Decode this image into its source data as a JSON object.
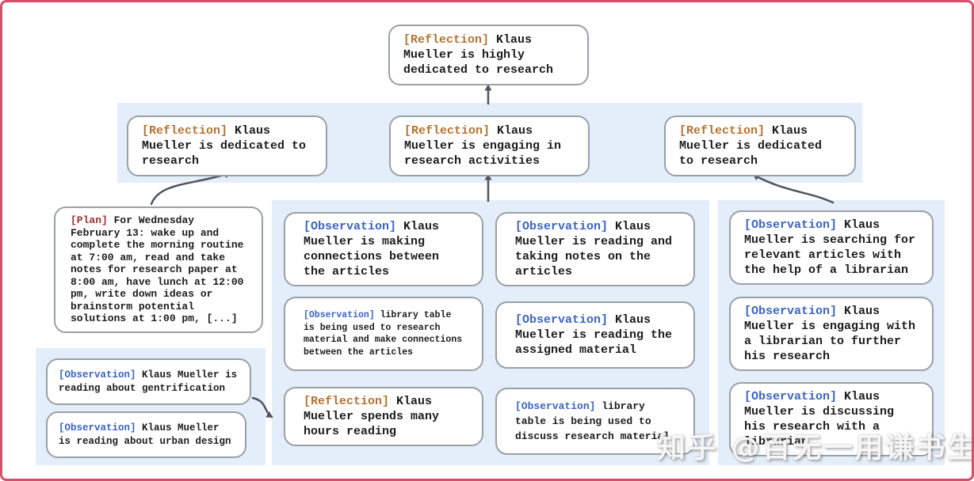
{
  "colors": {
    "tag_reflection": "#b5722f",
    "tag_observation": "#3b63c6",
    "tag_plan": "#9e2f35",
    "band_blue": "#e4eefa",
    "box_border": "#9aa0a6",
    "arrow": "#4f545c",
    "frame_red": "#d4506a"
  },
  "top_reflection": {
    "tag": "[Reflection]",
    "text": "Klaus Mueller is highly dedicated to research"
  },
  "reflection_row": [
    {
      "tag": "[Reflection]",
      "text": "Klaus Mueller is dedicated to research"
    },
    {
      "tag": "[Reflection]",
      "text": "Klaus Mueller is engaging in research activities"
    },
    {
      "tag": "[Reflection]",
      "text": "Klaus Mueller is dedicated to research"
    }
  ],
  "plan": {
    "tag": "[Plan]",
    "text": "For Wednesday February 13: wake up and complete the morning routine at 7:00 am, read and take notes for research paper at 8:00 am, have lunch at 12:00 pm, write down ideas or brainstorm potential solutions at 1:00 pm, [...]"
  },
  "left_observations": [
    {
      "tag": "[Observation]",
      "text": "Klaus Mueller is reading about gentrification"
    },
    {
      "tag": "[Observation]",
      "text": "Klaus Mueller is reading about urban design"
    }
  ],
  "mid_col_a": [
    {
      "tag": "[Observation]",
      "text": "Klaus Mueller is making connections between the articles"
    },
    {
      "tag": "[Observation]",
      "text": "library table is being used to research material and make connections between the articles"
    },
    {
      "tag": "[Reflection]",
      "text": "Klaus Mueller spends many hours reading"
    }
  ],
  "mid_col_b": [
    {
      "tag": "[Observation]",
      "text": "Klaus Mueller is reading and taking notes on the articles"
    },
    {
      "tag": "[Observation]",
      "text": "Klaus Mueller is reading the assigned material"
    },
    {
      "tag": "[Observation]",
      "text": "library table is being used to discuss research material"
    }
  ],
  "right_col": [
    {
      "tag": "[Observation]",
      "text": "Klaus Mueller is searching for relevant articles with the help of a librarian"
    },
    {
      "tag": "[Observation]",
      "text": "Klaus Mueller is engaging with a librarian to further his research"
    },
    {
      "tag": "[Observation]",
      "text": "Klaus Mueller is discussing his research with a librarian"
    }
  ],
  "watermark": "知乎 @百无一用谦书生"
}
